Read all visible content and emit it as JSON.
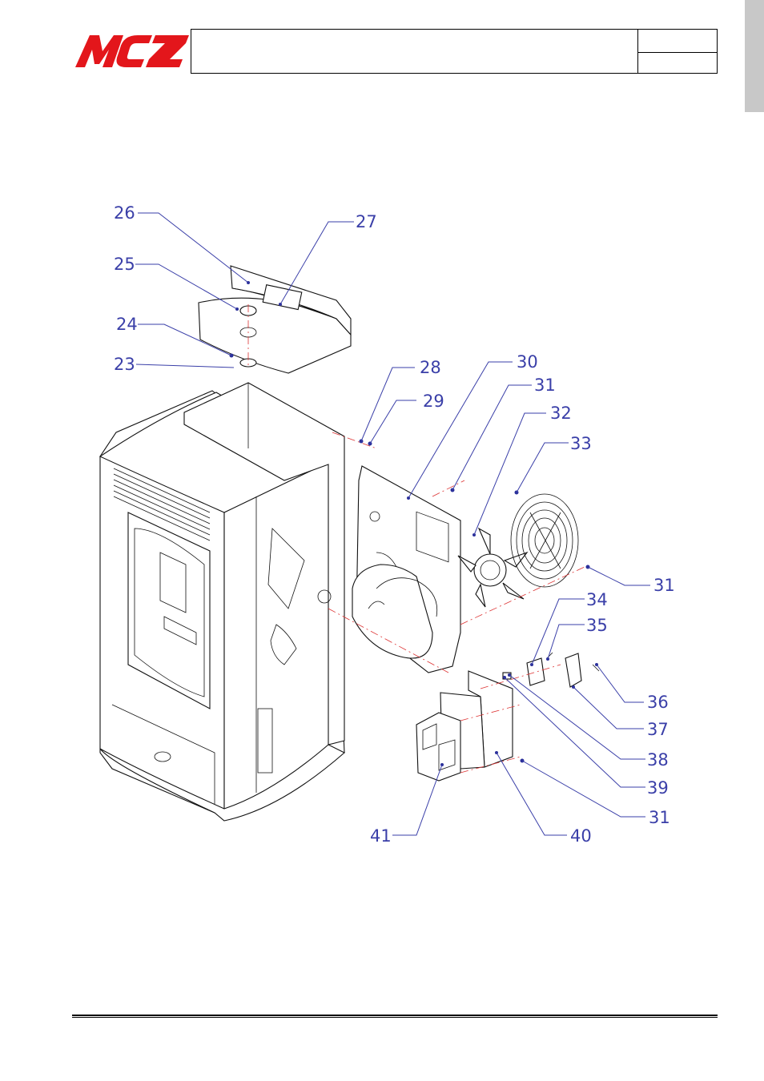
{
  "header": {
    "brand": "MCZ",
    "brand_color": "#e3161b"
  },
  "diagram": {
    "callouts": {
      "c23": "23",
      "c24": "24",
      "c25": "25",
      "c26": "26",
      "c27": "27",
      "c28": "28",
      "c29": "29",
      "c30": "30",
      "c31a": "31",
      "c32": "32",
      "c33": "33",
      "c31b": "31",
      "c34": "34",
      "c35": "35",
      "c36": "36",
      "c37": "37",
      "c38": "38",
      "c39": "39",
      "c31c": "31",
      "c40": "40",
      "c41": "41"
    }
  }
}
